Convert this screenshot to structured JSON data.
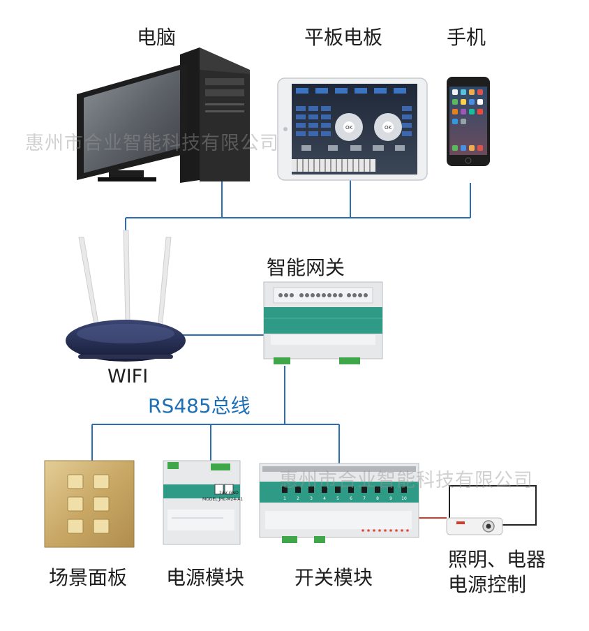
{
  "labels": {
    "computer": "电脑",
    "tablet": "平板电板",
    "phone": "手机",
    "gateway": "智能网关",
    "wifi": "WIFI",
    "bus": "RS485总线",
    "scene_panel": "场景面板",
    "power_module": "电源模块",
    "switch_module": "开关模块",
    "lighting_control_line1": "照明、电器",
    "lighting_control_line2": "电源控制"
  },
  "watermarks": {
    "top": "惠州市合业智能科技有限公司",
    "bottom": "惠州市合业智能科技有限公司"
  },
  "power_module": {
    "model": "MODEL:JHL-M24-A1",
    "v24": "24V",
    "gnd": "GND"
  },
  "switch_module": {
    "channels": [
      "1",
      "2",
      "3",
      "4",
      "5",
      "6",
      "7",
      "8",
      "9",
      "10"
    ]
  },
  "tablet_screen": {
    "ok_left": "OK",
    "ok_right": "OK"
  },
  "colors": {
    "connector_line": "#2a6fb5",
    "bus_label": "#1e6fb5",
    "red_wire": "#d23a2a",
    "module_teal": "#2f9a86",
    "monitor_dark": "#2b2b2b",
    "panel_gold": "#c9a866"
  }
}
